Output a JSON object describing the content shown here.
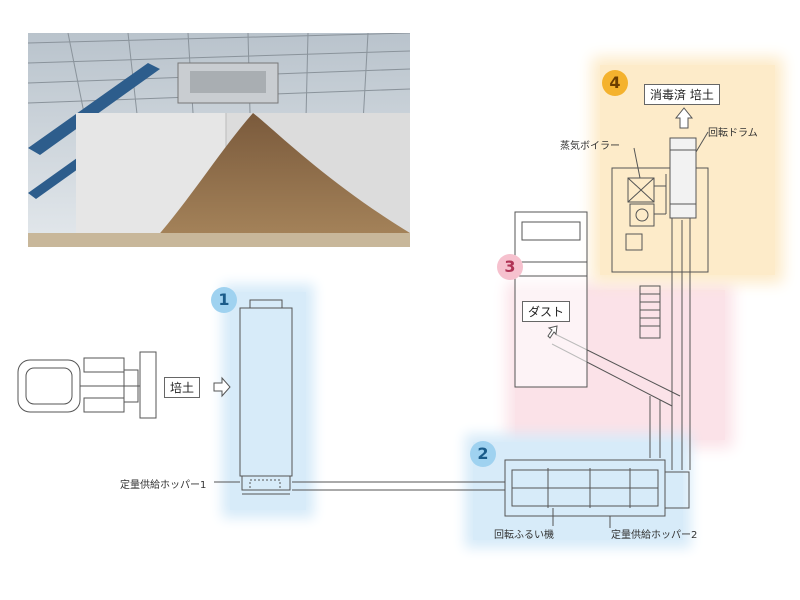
{
  "labels": {
    "input_soil": "培土",
    "hopper_1": "定量供給ホッパー1",
    "screen": "回転ふるい機",
    "hopper_2": "定量供給ホッパー2",
    "dust": "ダスト",
    "steam_boiler": "蒸気ボイラー",
    "rotary_drum": "回転ドラム",
    "output_soil": "消毒済 培土"
  },
  "steps": [
    "1",
    "2",
    "3",
    "4"
  ],
  "colors": {
    "step1": "#9fd2f0",
    "step2": "#9fd2f0",
    "step3": "#f6c1ce",
    "step4": "#f4b22e"
  }
}
